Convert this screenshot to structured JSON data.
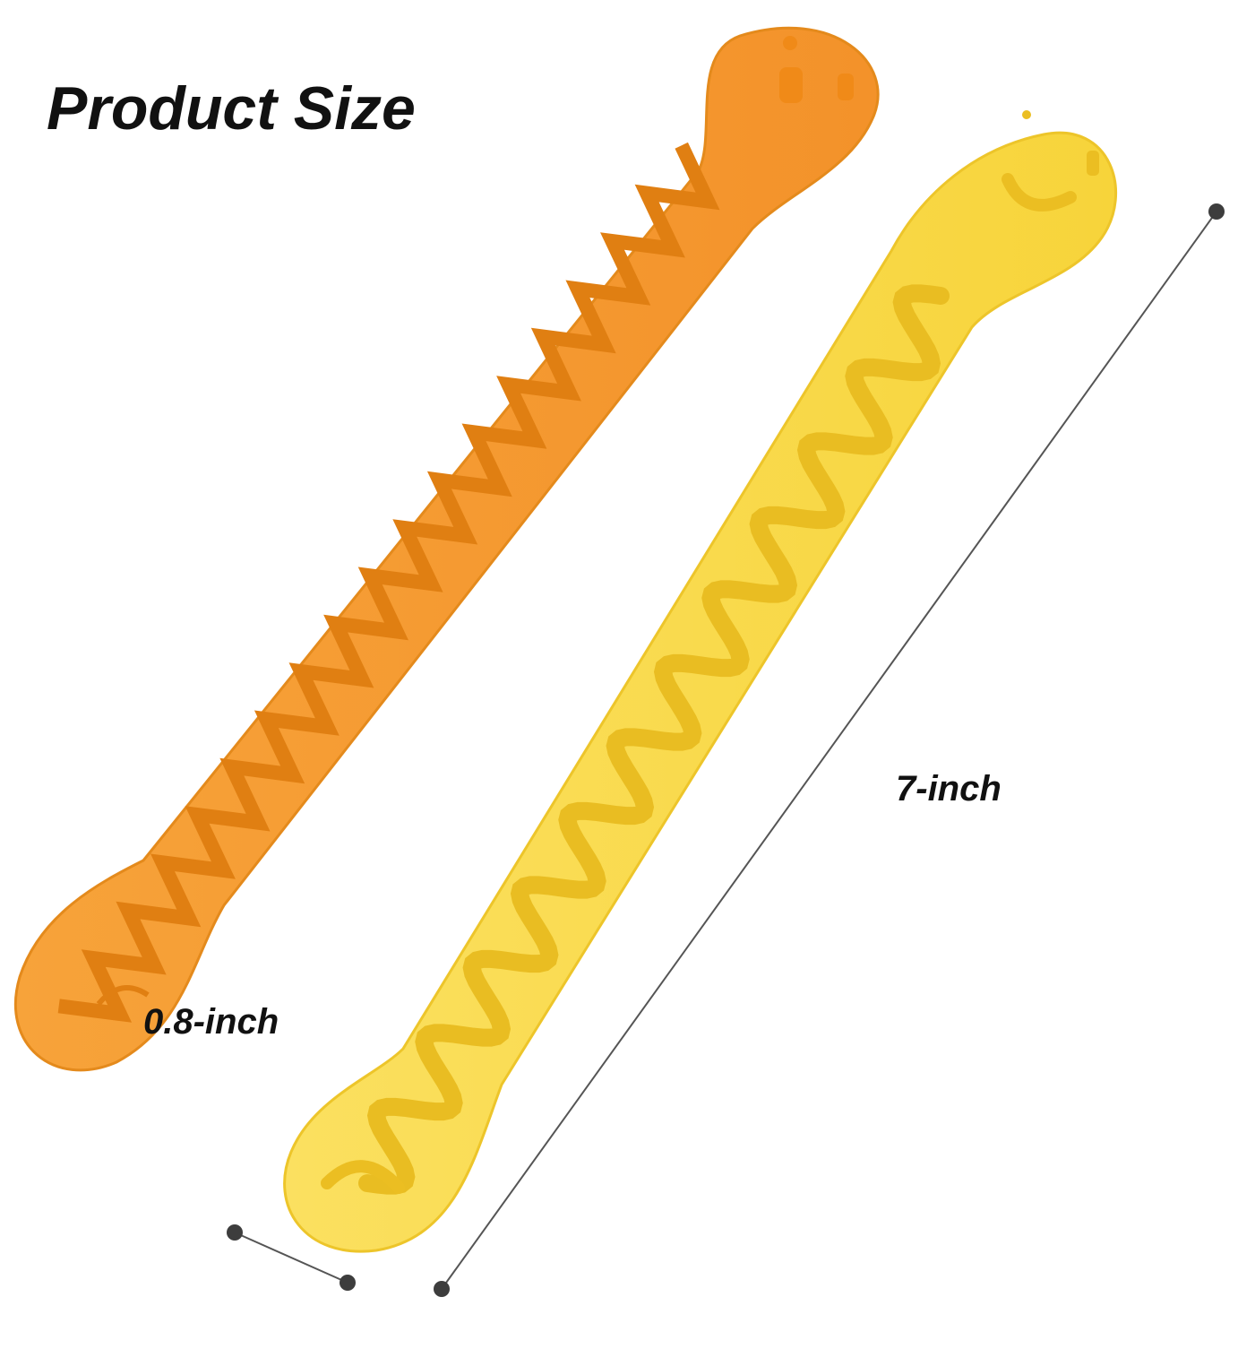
{
  "title": "Product Size",
  "dimensions": {
    "length_label": "7-inch",
    "width_label": "0.8-inch"
  },
  "products": [
    {
      "name": "zigzag-cutter",
      "color": "#F39A2C",
      "shade": "#E07F12",
      "teeth": 18
    },
    {
      "name": "wave-cutter",
      "color": "#F8D93F",
      "shade": "#E9BD22",
      "teeth": 12
    }
  ],
  "measure_line_color": "#555555"
}
